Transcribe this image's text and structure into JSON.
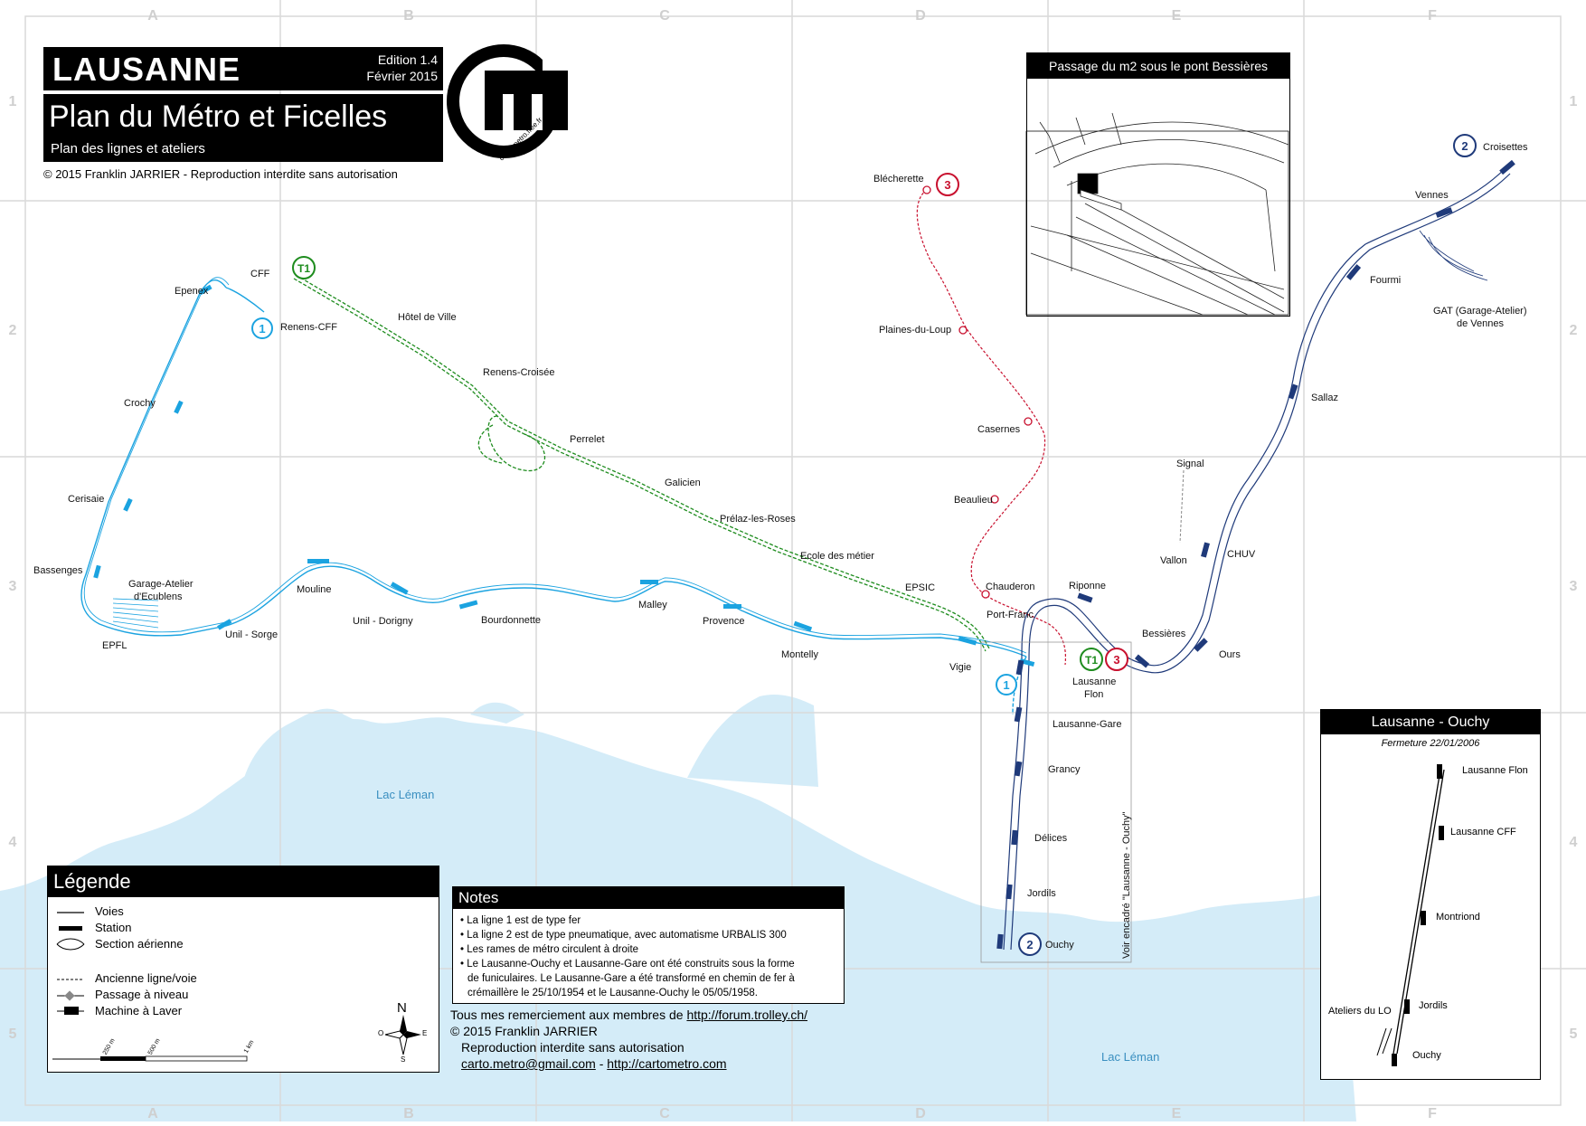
{
  "title_block": {
    "city": "LAUSANNE",
    "edition": "Edition 1.4",
    "date": "Février 2015",
    "subtitle": "Plan du Métro et Ficelles",
    "sub2": "Plan des lignes et ateliers",
    "copyright": "© 2015 Franklin JARRIER  -  Reproduction interdite sans autorisation",
    "logo_url": "carto.metro.free.fr"
  },
  "grid": {
    "columns": [
      "A",
      "B",
      "C",
      "D",
      "E",
      "F"
    ],
    "rows": [
      "1",
      "2",
      "3",
      "4",
      "5"
    ]
  },
  "lines": {
    "m1": {
      "badge": "1",
      "color": "#1ba3e0"
    },
    "m2": {
      "badge": "2",
      "color": "#1f3a7a"
    },
    "m3": {
      "badge": "3",
      "color": "#c8102e"
    },
    "t1": {
      "badge": "T1",
      "color": "#1e8c1e"
    }
  },
  "stations": {
    "epenex": "Epenex",
    "cff": "CFF",
    "renens_cff": "Renens-CFF",
    "crochy": "Crochy",
    "cerisaie": "Cerisaie",
    "bassenges": "Bassenges",
    "garage_ecublens_1": "Garage-Atelier",
    "garage_ecublens_2": "d'Ecublens",
    "epfl": "EPFL",
    "unil_sorge": "Unil - Sorge",
    "mouline": "Mouline",
    "unil_dorigny": "Unil  - Dorigny",
    "bourdonnette": "Bourdonnette",
    "malley": "Malley",
    "provence": "Provence",
    "montelly": "Montelly",
    "vigie": "Vigie",
    "hotel_de_ville": "Hôtel de Ville",
    "renens_croisee": "Renens-Croisée",
    "perrelet": "Perrelet",
    "galicien": "Galicien",
    "prelaz": "Prélaz-les-Roses",
    "ecole": "Ecole des métier",
    "epsic": "EPSIC",
    "port_franc": "Port-Franc",
    "blecherette": "Blécherette",
    "plaines": "Plaines-du-Loup",
    "casernes": "Casernes",
    "beaulieu": "Beaulieu",
    "chauderon": "Chauderon",
    "lausanne_flon_1": "Lausanne",
    "lausanne_flon_2": "Flon",
    "lausanne_gare": "Lausanne-Gare",
    "grancy": "Grancy",
    "delices": "Délices",
    "jordils": "Jordils",
    "ouchy": "Ouchy",
    "riponne": "Riponne",
    "bessieres": "Bessières",
    "ours": "Ours",
    "chuv": "CHUV",
    "sallaz": "Sallaz",
    "fourmi": "Fourmi",
    "vennes": "Vennes",
    "croisettes": "Croisettes",
    "gat_1": "GAT (Garage-Atelier)",
    "gat_2": "de Vennes",
    "signal": "Signal",
    "vallon": "Vallon",
    "voir_encadre": "Voir encadré  \"Lausanne - Ouchy\""
  },
  "lake_labels": [
    "Lac Léman",
    "Lac Léman"
  ],
  "inset_bridge": {
    "title": "Passage du m2 sous le pont Bessières"
  },
  "inset_ouchy": {
    "title": "Lausanne - Ouchy",
    "subtitle": "Fermeture 22/01/2006",
    "stations": [
      "Lausanne Flon",
      "Lausanne CFF",
      "Montriond",
      "Jordils",
      "Ateliers du LO",
      "Ouchy"
    ]
  },
  "legend": {
    "title": "Légende",
    "items": [
      "Voies",
      "Station",
      "Section aérienne",
      "Ancienne ligne/voie",
      "Passage à niveau",
      "Machine à Laver"
    ],
    "scale": [
      "250 m",
      "500 m",
      "1 km"
    ],
    "compass": {
      "n": "N",
      "s": "S",
      "e": "E",
      "o": "O"
    }
  },
  "notes": {
    "title": "Notes",
    "items": [
      "• La ligne 1 est de type fer",
      "• La ligne 2 est de type pneumatique, avec automatisme URBALIS 300",
      "• Les rames de métro circulent à droite",
      "• Le Lausanne-Ouchy et Lausanne-Gare ont été construits sous la forme",
      "   de funiculaires. Le Lausanne-Gare a été transformé en chemin de fer à",
      "   crémaillère le 25/10/1954 et le Lausanne-Ouchy le 05/05/1958."
    ]
  },
  "credits": {
    "thanks": "Tous mes remerciement aux membres de",
    "forum": "http://forum.trolley.ch/",
    "copy": "© 2015   Franklin JARRIER",
    "repro": "Reproduction interdite sans autorisation",
    "email": "carto.metro@gmail.com",
    "sep": " - ",
    "site": "http://cartometro.com"
  },
  "colors": {
    "lake": "#d4ecf8",
    "grid": "#d9d9d9"
  }
}
